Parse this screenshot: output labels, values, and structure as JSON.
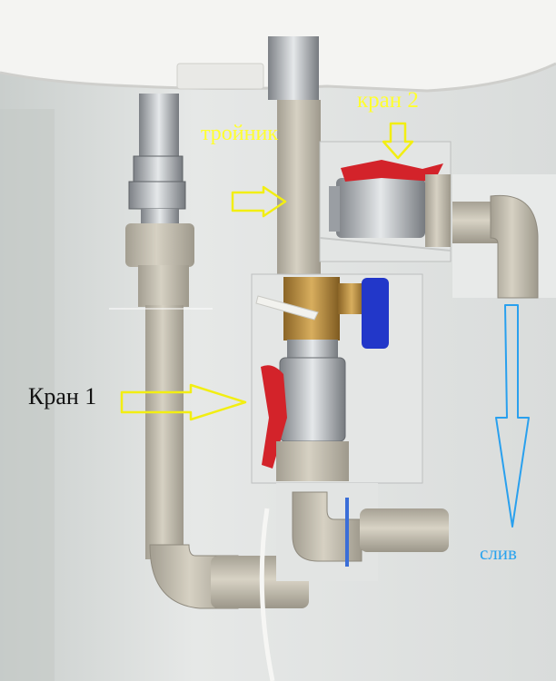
{
  "labels": {
    "tee": "тройник",
    "tap2": "кран 2",
    "tap1": "Кран 1",
    "drain": "слив"
  },
  "colors": {
    "label_yellow": "#ffff2e",
    "label_dark": "#111111",
    "label_blue": "#2aa3ee",
    "arrow_yellow": "#f2ee12",
    "arrow_blue": "#29a0ee",
    "handle_red": "#d3232a",
    "handle_blue": "#2237c9",
    "pipe_beige": "#c6c1b3",
    "brass": "#b68a3d",
    "chrome": "#bfc3c7"
  }
}
